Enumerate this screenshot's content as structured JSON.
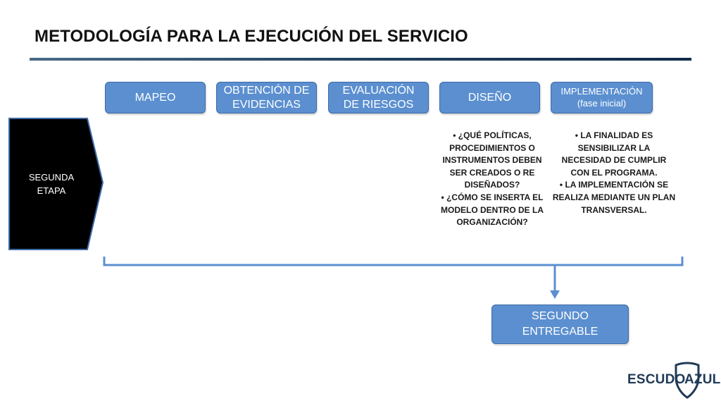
{
  "title": "METODOLOGÍA PARA LA EJECUCIÓN DEL SERVICIO",
  "stages": [
    {
      "label": "MAPEO"
    },
    {
      "label": "OBTENCIÓN DE\nEVIDENCIAS"
    },
    {
      "label": "EVALUACIÓN\nDE RIESGOS"
    },
    {
      "label": "DISEÑO"
    },
    {
      "label": "IMPLEMENTACIÓN\n(fase inicial)"
    }
  ],
  "phase": {
    "label": "SEGUNDA\nETAPA"
  },
  "diseno_points": [
    "¿QUÉ POLÍTICAS, PROCEDIMIENTOS O INSTRUMENTOS DEBEN SER CREADOS O RE DISEÑADOS?",
    "¿CÓMO SE INSERTA EL MODELO DENTRO DE LA ORGANIZACIÓN?"
  ],
  "implementacion_points": [
    "LA FINALIDAD ES SENSIBILIZAR LA NECESIDAD DE CUMPLIR CON EL PROGRAMA.",
    "LA IMPLEMENTACIÓN SE REALIZA MEDIANTE UN PLAN TRANSVERSAL."
  ],
  "deliverable": {
    "label": "SEGUNDO\nENTREGABLE"
  },
  "logo": {
    "left": "ESCUDO",
    "right": "AZUL"
  },
  "colors": {
    "box_fill": "#5b8fd0",
    "box_border": "#3c6aa7",
    "phase_fill": "#000000",
    "phase_border": "#3c6aa7",
    "title_rule": "#1f3f5c",
    "connector": "#5b8fd0"
  }
}
